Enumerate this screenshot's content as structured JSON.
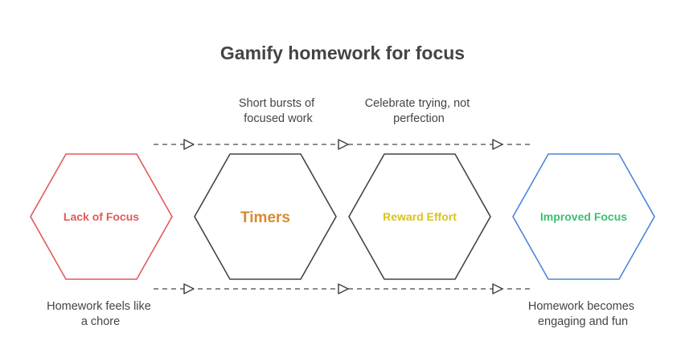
{
  "title": "Gamify homework for focus",
  "stages": [
    {
      "label": "Lack of Focus",
      "color": "#e05a5a"
    },
    {
      "label": "Timers",
      "color": "#d98a2b"
    },
    {
      "label": "Reward Effort",
      "color": "#d9c41a"
    },
    {
      "label": "Improved Focus",
      "color": "#3cc070"
    }
  ],
  "outline_colors": {
    "problem": "#e05a5a",
    "step": "#444444",
    "outcome": "#4a86d9"
  },
  "captions": {
    "timers": [
      "Short bursts of",
      "focused work"
    ],
    "reward": [
      "Celebrate trying, not",
      "perfection"
    ],
    "problem": [
      "Homework feels like",
      "a chore"
    ],
    "outcome": [
      "Homework becomes",
      "engaging and fun"
    ]
  }
}
